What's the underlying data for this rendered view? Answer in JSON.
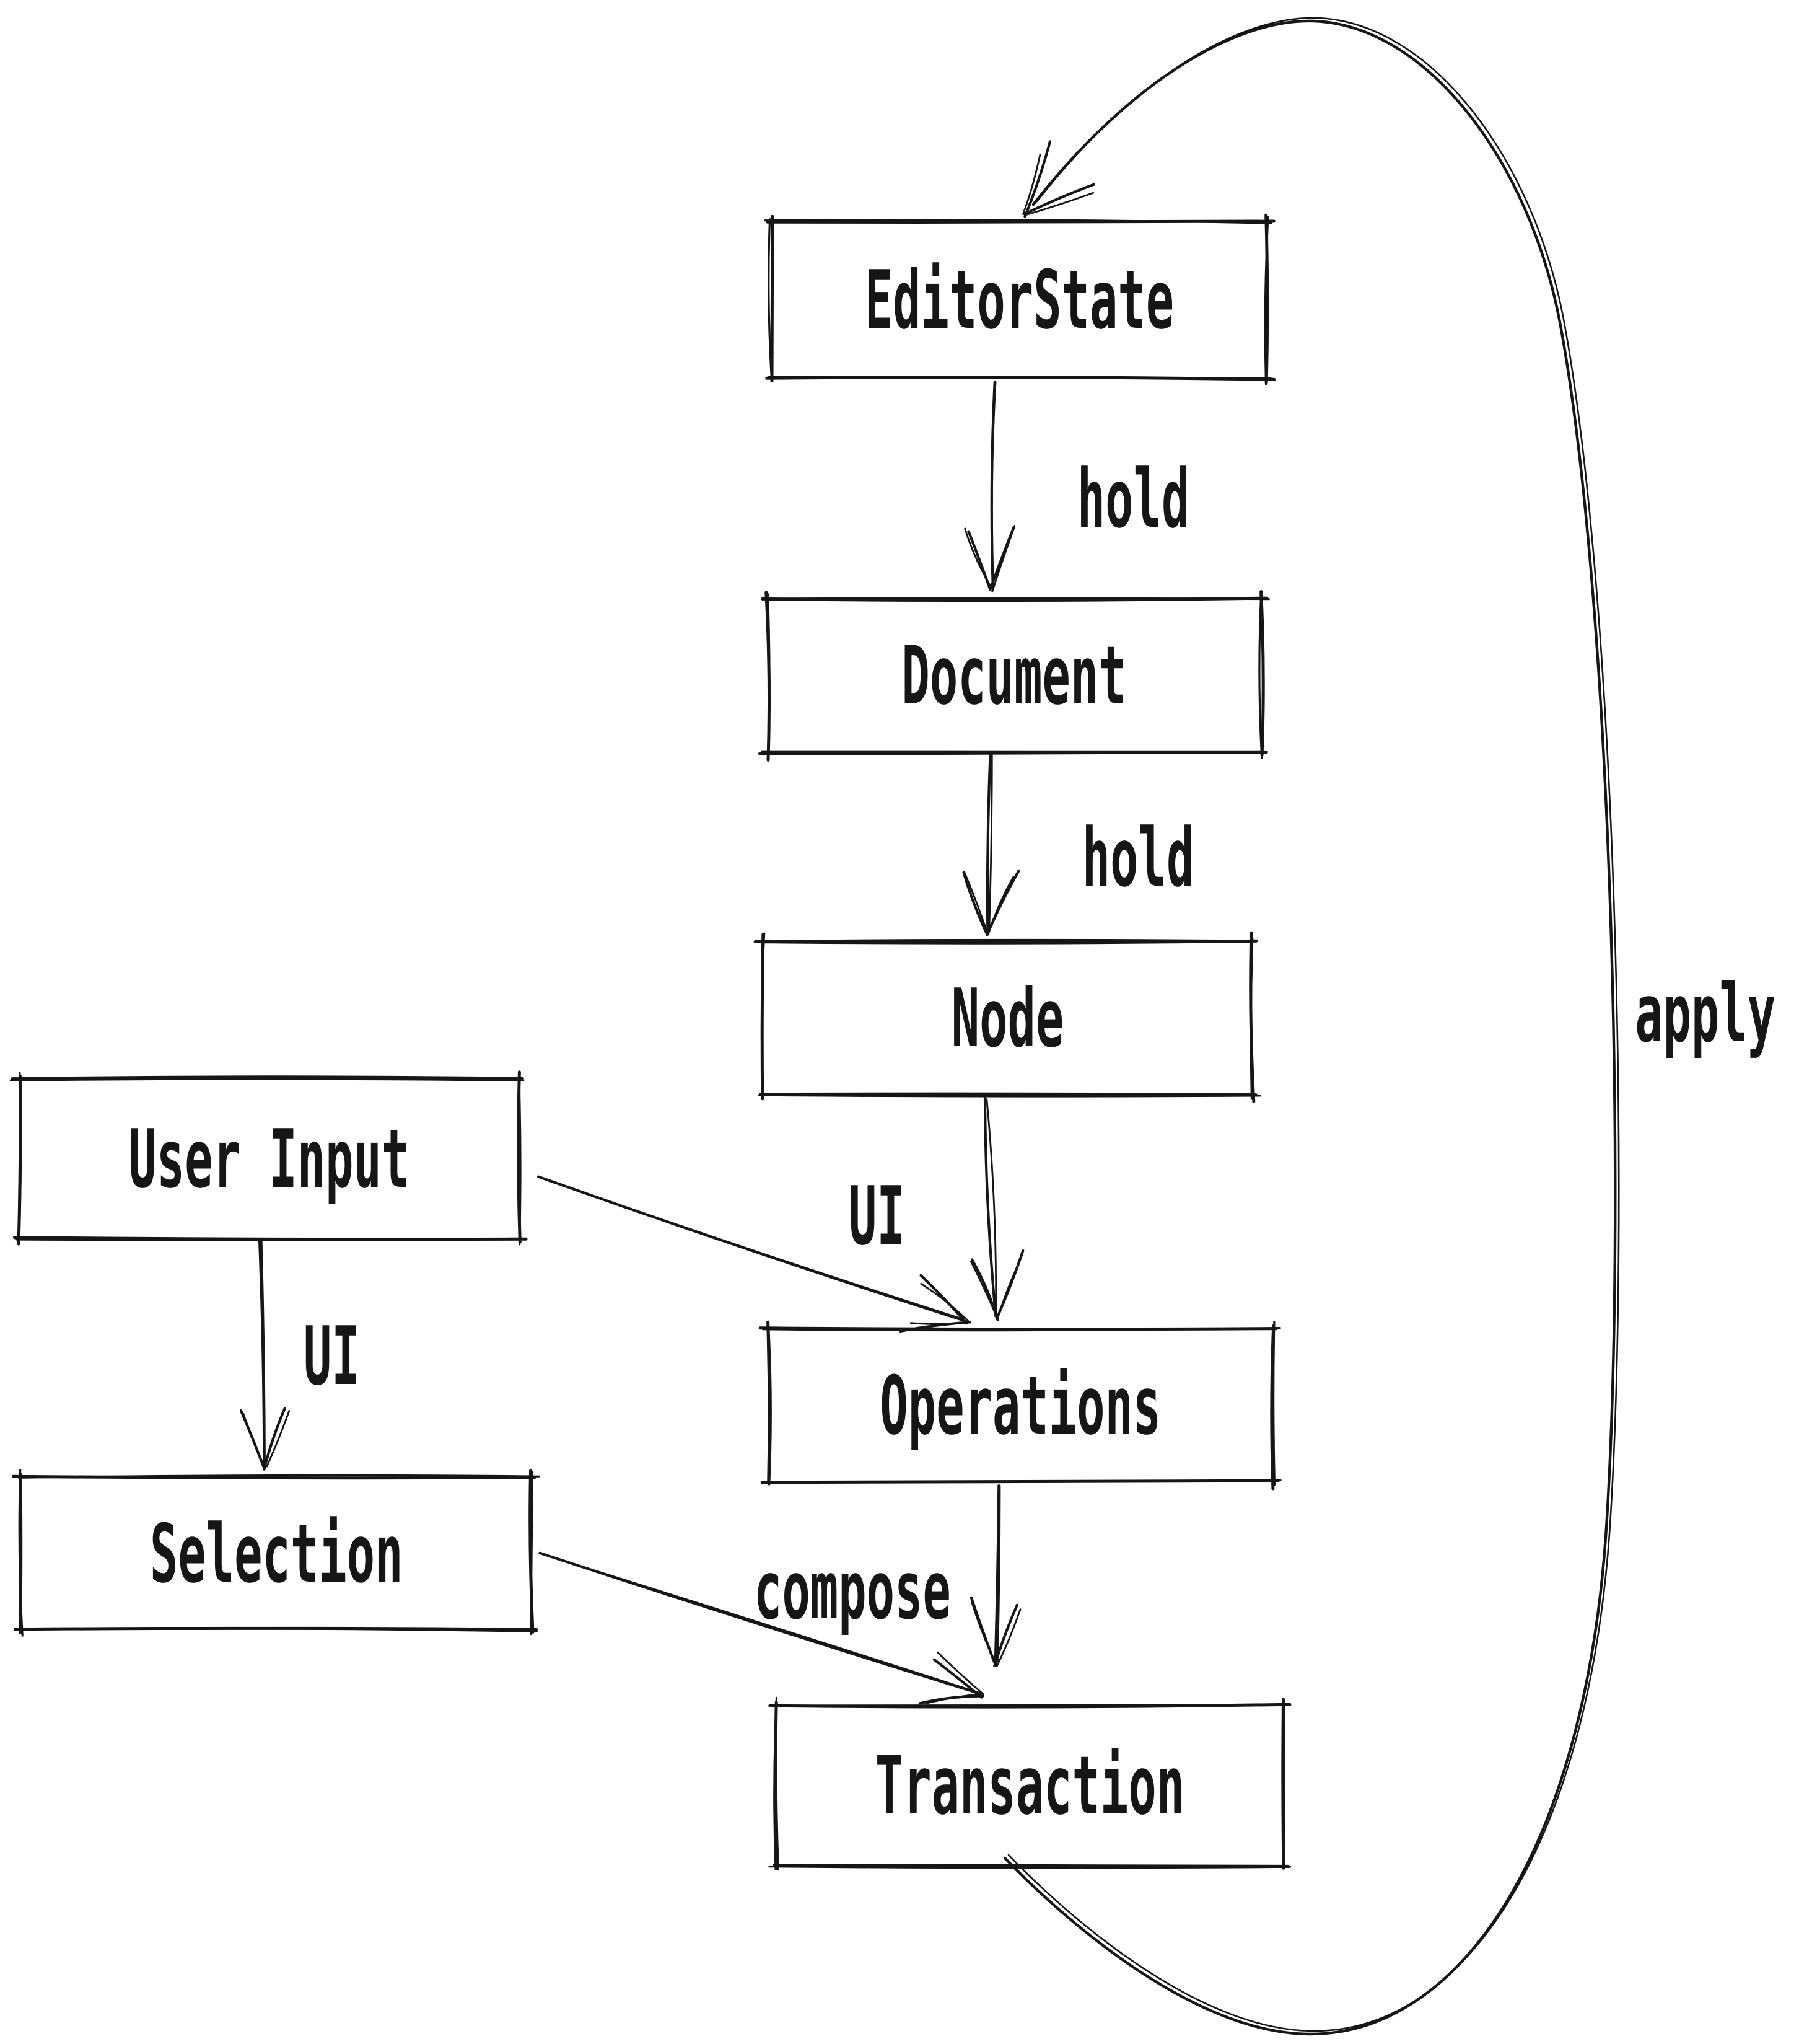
{
  "colors": {
    "ink": "#161616",
    "background": "#ffffff"
  },
  "diagram": {
    "nodes": {
      "editorstate": {
        "label": "EditorState"
      },
      "document": {
        "label": "Document"
      },
      "node": {
        "label": "Node"
      },
      "user_input": {
        "label": "User Input"
      },
      "operations": {
        "label": "Operations"
      },
      "selection": {
        "label": "Selection"
      },
      "transaction": {
        "label": "Transaction"
      }
    },
    "edges": [
      {
        "from": "EditorState",
        "to": "Document",
        "label": "hold"
      },
      {
        "from": "Document",
        "to": "Node",
        "label": "hold"
      },
      {
        "from": "Node",
        "to": "Operations",
        "label": ""
      },
      {
        "from": "User Input",
        "to": "Operations",
        "label": "UI"
      },
      {
        "from": "User Input",
        "to": "Selection",
        "label": "UI"
      },
      {
        "from": "Selection",
        "to": "Transaction",
        "label": "compose"
      },
      {
        "from": "Operations",
        "to": "Transaction",
        "label": ""
      },
      {
        "from": "Transaction",
        "to": "EditorState",
        "label": "apply"
      }
    ]
  }
}
